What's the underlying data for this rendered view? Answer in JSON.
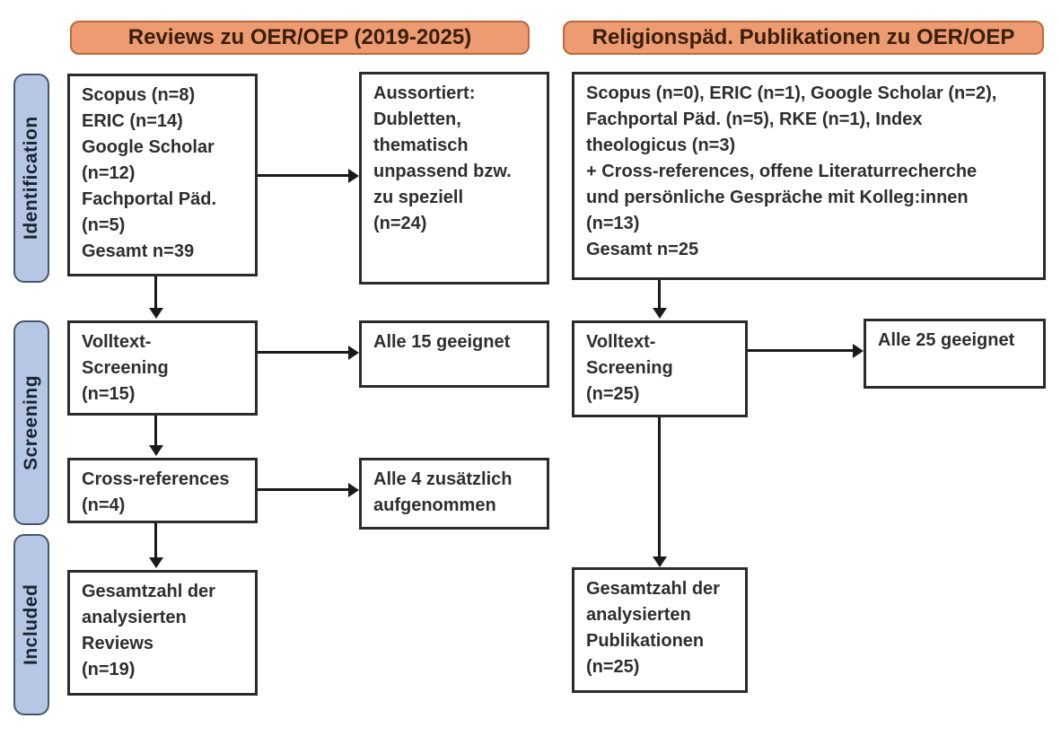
{
  "palette": {
    "background": "#FFFFFF",
    "header_fill": "#ED9B70",
    "header_border": "#BC6A3C",
    "header_text": "#3A1E0C",
    "stage_fill": "#B5C7E4",
    "stage_border": "#46556B",
    "stage_text": "#1B2432",
    "box_border": "#2B2B2B",
    "box_text": "#2E2E2E",
    "arrow_color": "#1A1A1A"
  },
  "headers": {
    "left": "Reviews zu OER/OEP (2019-2025)",
    "right": "Religionspäd. Publikationen zu OER/OEP"
  },
  "stages": {
    "identification": "Identification",
    "screening": "Screening",
    "included": "Included"
  },
  "left_column": {
    "sources": "Scopus (n=8)\nERIC (n=14)\nGoogle Scholar\n(n=12)\nFachportal Päd.\n(n=5)\nGesamt n=39",
    "excluded": "Aussortiert:\nDubletten,\nthematisch\nunpassend bzw.\nzu speziell\n(n=24)",
    "fulltext_screening": "Volltext-\nScreening\n(n=15)",
    "fulltext_result": "Alle 15 geeignet",
    "cross_references": "Cross-references\n(n=4)",
    "cross_references_result": "Alle 4 zusätzlich\naufgenommen",
    "included_total": "Gesamtzahl der\nanalysierten\nReviews\n(n=19)"
  },
  "right_column": {
    "sources": "Scopus (n=0), ERIC (n=1), Google Scholar (n=2),\nFachportal Päd. (n=5), RKE (n=1), Index\ntheologicus (n=3)\n+ Cross-references, offene Literaturrecherche\nund persönliche Gespräche mit Kolleg:innen\n(n=13)\nGesamt n=25",
    "fulltext_screening": "Volltext-\nScreening\n(n=25)",
    "fulltext_result": "Alle 25 geeignet",
    "included_total": "Gesamtzahl der\nanalysierten\nPublikationen\n(n=25)"
  }
}
